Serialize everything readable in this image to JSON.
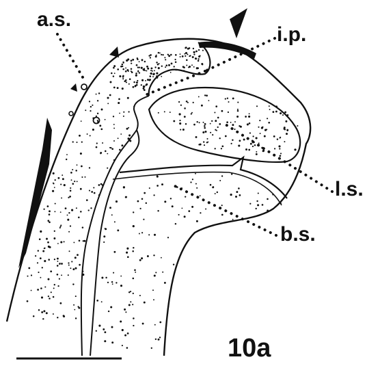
{
  "figure": {
    "panel_label": "10a",
    "labels": {
      "as": "a.s.",
      "ip": "i.p.",
      "ls": "l.s.",
      "bs": "b.s."
    },
    "colors": {
      "ink": "#111111",
      "paper": "#ffffff"
    }
  }
}
